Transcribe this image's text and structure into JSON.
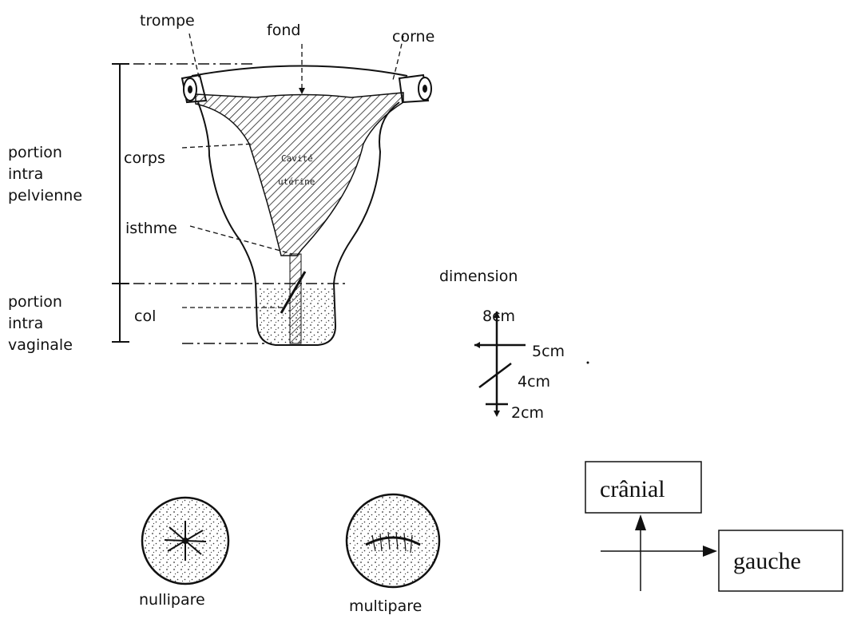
{
  "anatomy": {
    "labels": {
      "trompe": "trompe",
      "fond": "fond",
      "corne": "corne",
      "corps": "corps",
      "cavite_line1": "Cavité",
      "cavite_line2": "utérine",
      "isthme": "isthme",
      "col": "col",
      "portion_pelvienne": [
        "portion",
        "intra",
        "pelvienne"
      ],
      "portion_vaginale": [
        "portion",
        "intra",
        "vaginale"
      ]
    }
  },
  "dimensions": {
    "title": "dimension",
    "values": [
      "8cm",
      "5cm",
      "4cm",
      "2cm"
    ]
  },
  "cervix": {
    "nullipare": "nullipare",
    "multipare": "multipare"
  },
  "orientation": {
    "up": "crânial",
    "right": "gauche"
  },
  "colors": {
    "ink": "#111111",
    "stipple": "#333333",
    "background": "#ffffff"
  }
}
